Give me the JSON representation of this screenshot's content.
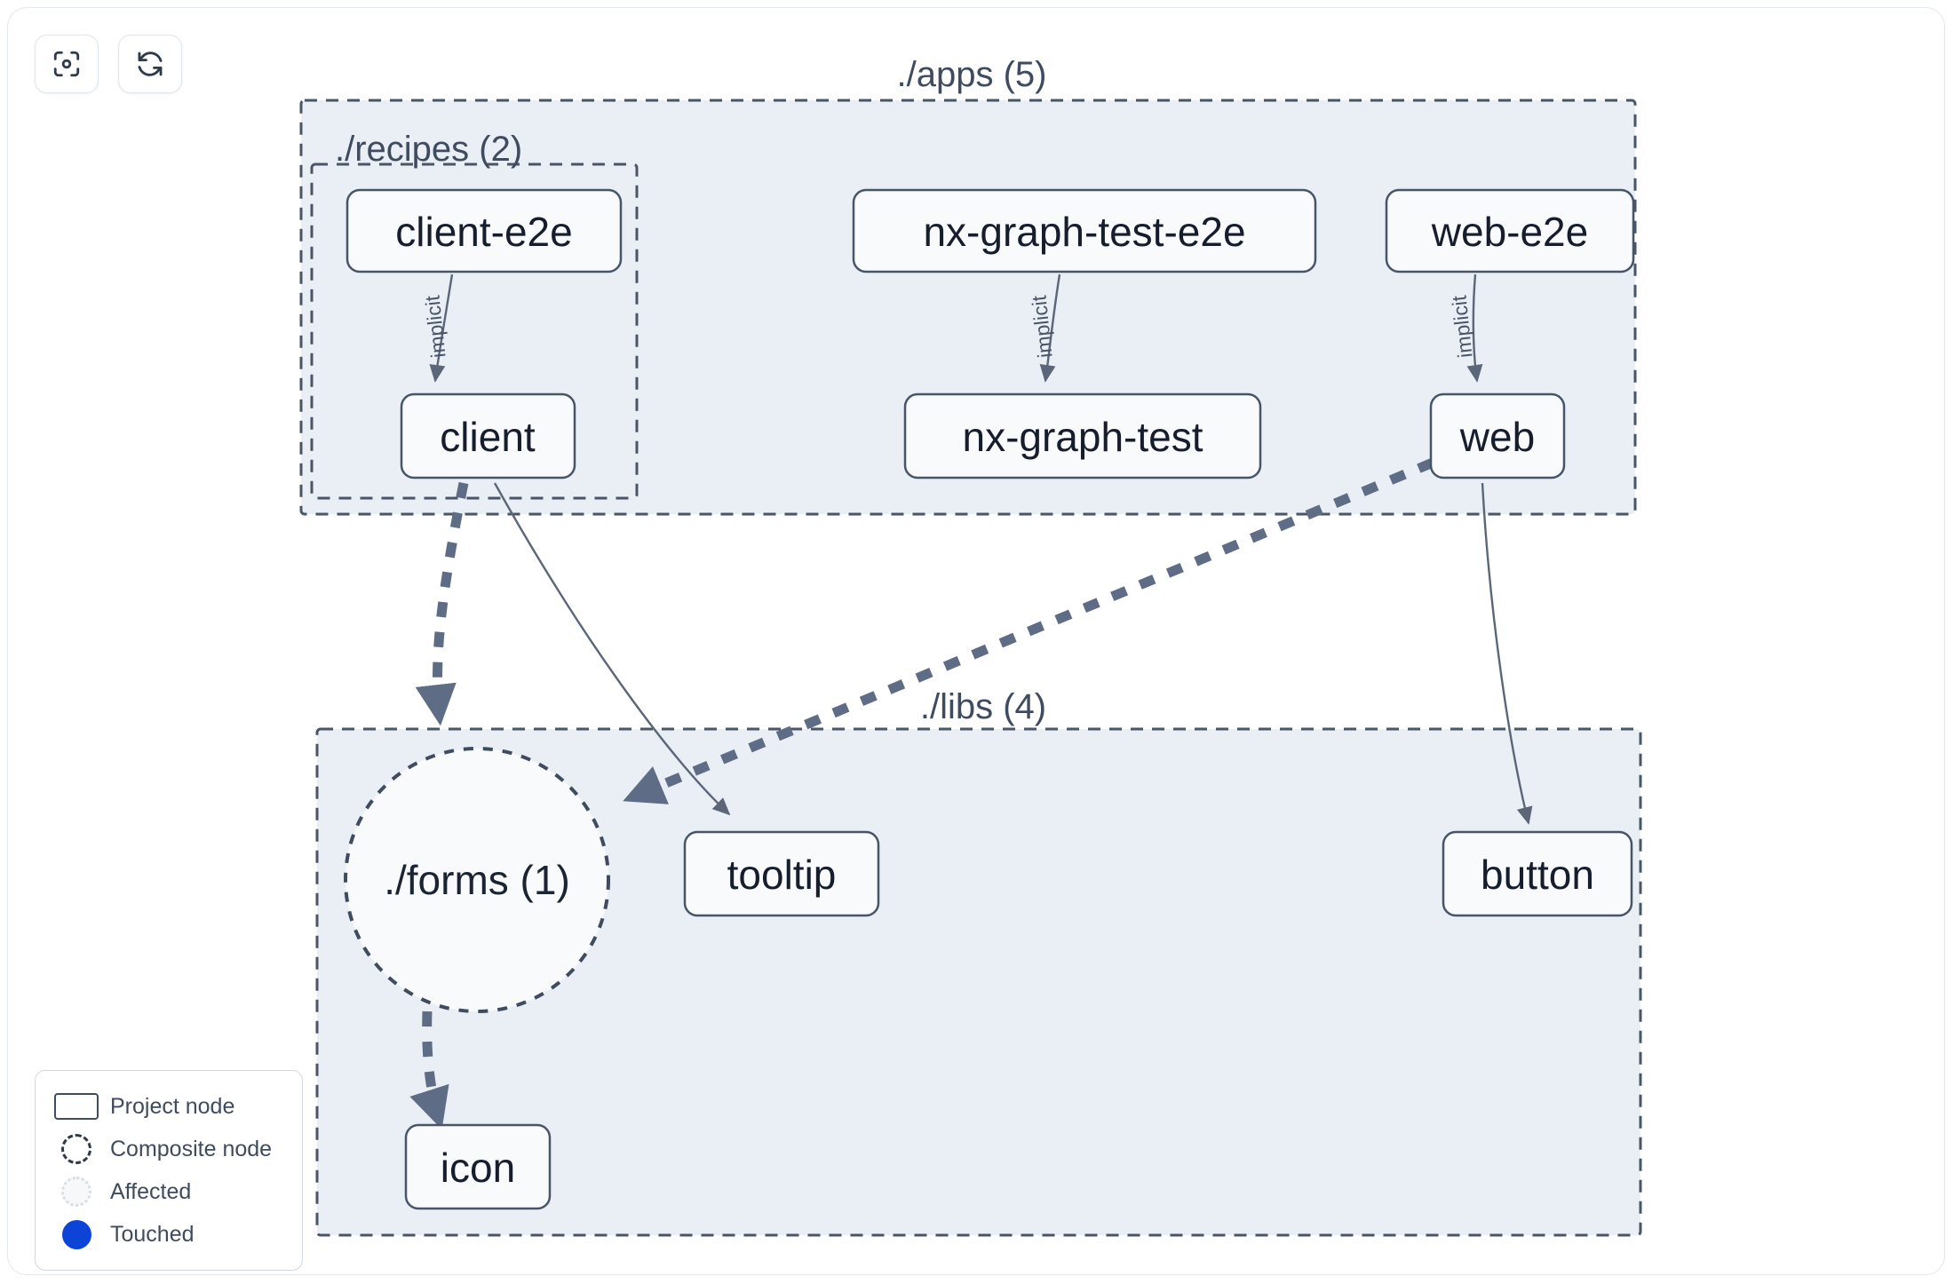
{
  "app": {
    "title": "Nx Project Graph",
    "canvas_background": "#ffffff",
    "group_fill": "#eaeef5",
    "node_fill": "#f9fafb",
    "node_stroke": "#475569",
    "edge_color": "#5b6779",
    "text_color": "#161e2e"
  },
  "toolbar": {
    "buttons": [
      {
        "name": "focus-graph-button",
        "icon": "focus-scan-icon",
        "label": ""
      },
      {
        "name": "refresh-graph-button",
        "icon": "refresh-icon",
        "label": ""
      }
    ]
  },
  "groups": [
    {
      "id": "apps",
      "label": "./apps (5)",
      "count": 5
    },
    {
      "id": "recipes",
      "label": "./recipes (2)",
      "count": 2
    },
    {
      "id": "libs",
      "label": "./libs (4)",
      "count": 4
    }
  ],
  "nodes": [
    {
      "id": "client-e2e",
      "label": "client-e2e",
      "type": "project",
      "group": "recipes"
    },
    {
      "id": "nx-graph-test-e2e",
      "label": "nx-graph-test-e2e",
      "type": "project",
      "group": "apps"
    },
    {
      "id": "web-e2e",
      "label": "web-e2e",
      "type": "project",
      "group": "apps"
    },
    {
      "id": "client",
      "label": "client",
      "type": "project",
      "group": "recipes"
    },
    {
      "id": "nx-graph-test",
      "label": "nx-graph-test",
      "type": "project",
      "group": "apps"
    },
    {
      "id": "web",
      "label": "web",
      "type": "project",
      "group": "apps"
    },
    {
      "id": "forms",
      "label": "./forms (1)",
      "type": "composite",
      "group": "libs"
    },
    {
      "id": "tooltip",
      "label": "tooltip",
      "type": "project",
      "group": "libs"
    },
    {
      "id": "button",
      "label": "button",
      "type": "project",
      "group": "libs"
    },
    {
      "id": "icon",
      "label": "icon",
      "type": "project",
      "group": "libs"
    }
  ],
  "edges": [
    {
      "from": "client-e2e",
      "to": "client",
      "label": "implicit",
      "style": "solid"
    },
    {
      "from": "nx-graph-test-e2e",
      "to": "nx-graph-test",
      "label": "implicit",
      "style": "solid"
    },
    {
      "from": "web-e2e",
      "to": "web",
      "label": "implicit",
      "style": "solid"
    },
    {
      "from": "client",
      "to": "forms",
      "label": "",
      "style": "dashed"
    },
    {
      "from": "client",
      "to": "tooltip",
      "label": "",
      "style": "solid"
    },
    {
      "from": "web",
      "to": "forms",
      "label": "",
      "style": "dashed"
    },
    {
      "from": "web",
      "to": "button",
      "label": "",
      "style": "solid"
    },
    {
      "from": "forms",
      "to": "icon",
      "label": "",
      "style": "dashed"
    }
  ],
  "legend": {
    "items": [
      {
        "swatch": "project-node-swatch",
        "label": "Project node",
        "color": "#ffffff"
      },
      {
        "swatch": "composite-node-swatch",
        "label": "Composite node",
        "color": "#ffffff"
      },
      {
        "swatch": "affected-swatch",
        "label": "Affected",
        "color": "#f7f8fa"
      },
      {
        "swatch": "touched-swatch",
        "label": "Touched",
        "color": "#0b44d6"
      }
    ]
  }
}
